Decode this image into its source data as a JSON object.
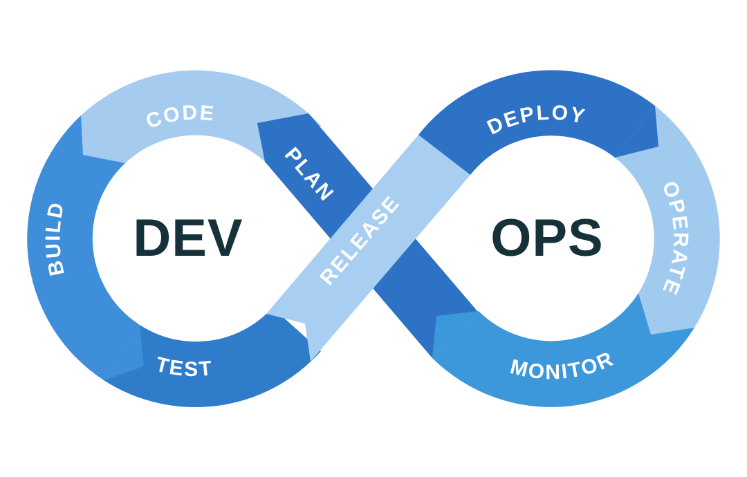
{
  "diagram": {
    "left_loop_label": "DEV",
    "right_loop_label": "OPS",
    "segments": {
      "plan": "PLAN",
      "code": "CODE",
      "build": "BUILD",
      "test": "TEST",
      "release": "RELEASE",
      "deploy": "DEPLOY",
      "operate": "OPERATE",
      "monitor": "MONITOR"
    },
    "colors": {
      "dark_blue": "#2D72C4",
      "test_blue": "#2F7CCA",
      "build_blue": "#3F8ED9",
      "monitor_blue": "#3D97DB",
      "code_light": "#A5CCEF",
      "operate_light": "#A1CBEE",
      "release_light": "#A8CEF1",
      "loop_text": "#17313B",
      "label_text": "#FFFFFF",
      "background": "#FFFFFF"
    }
  }
}
